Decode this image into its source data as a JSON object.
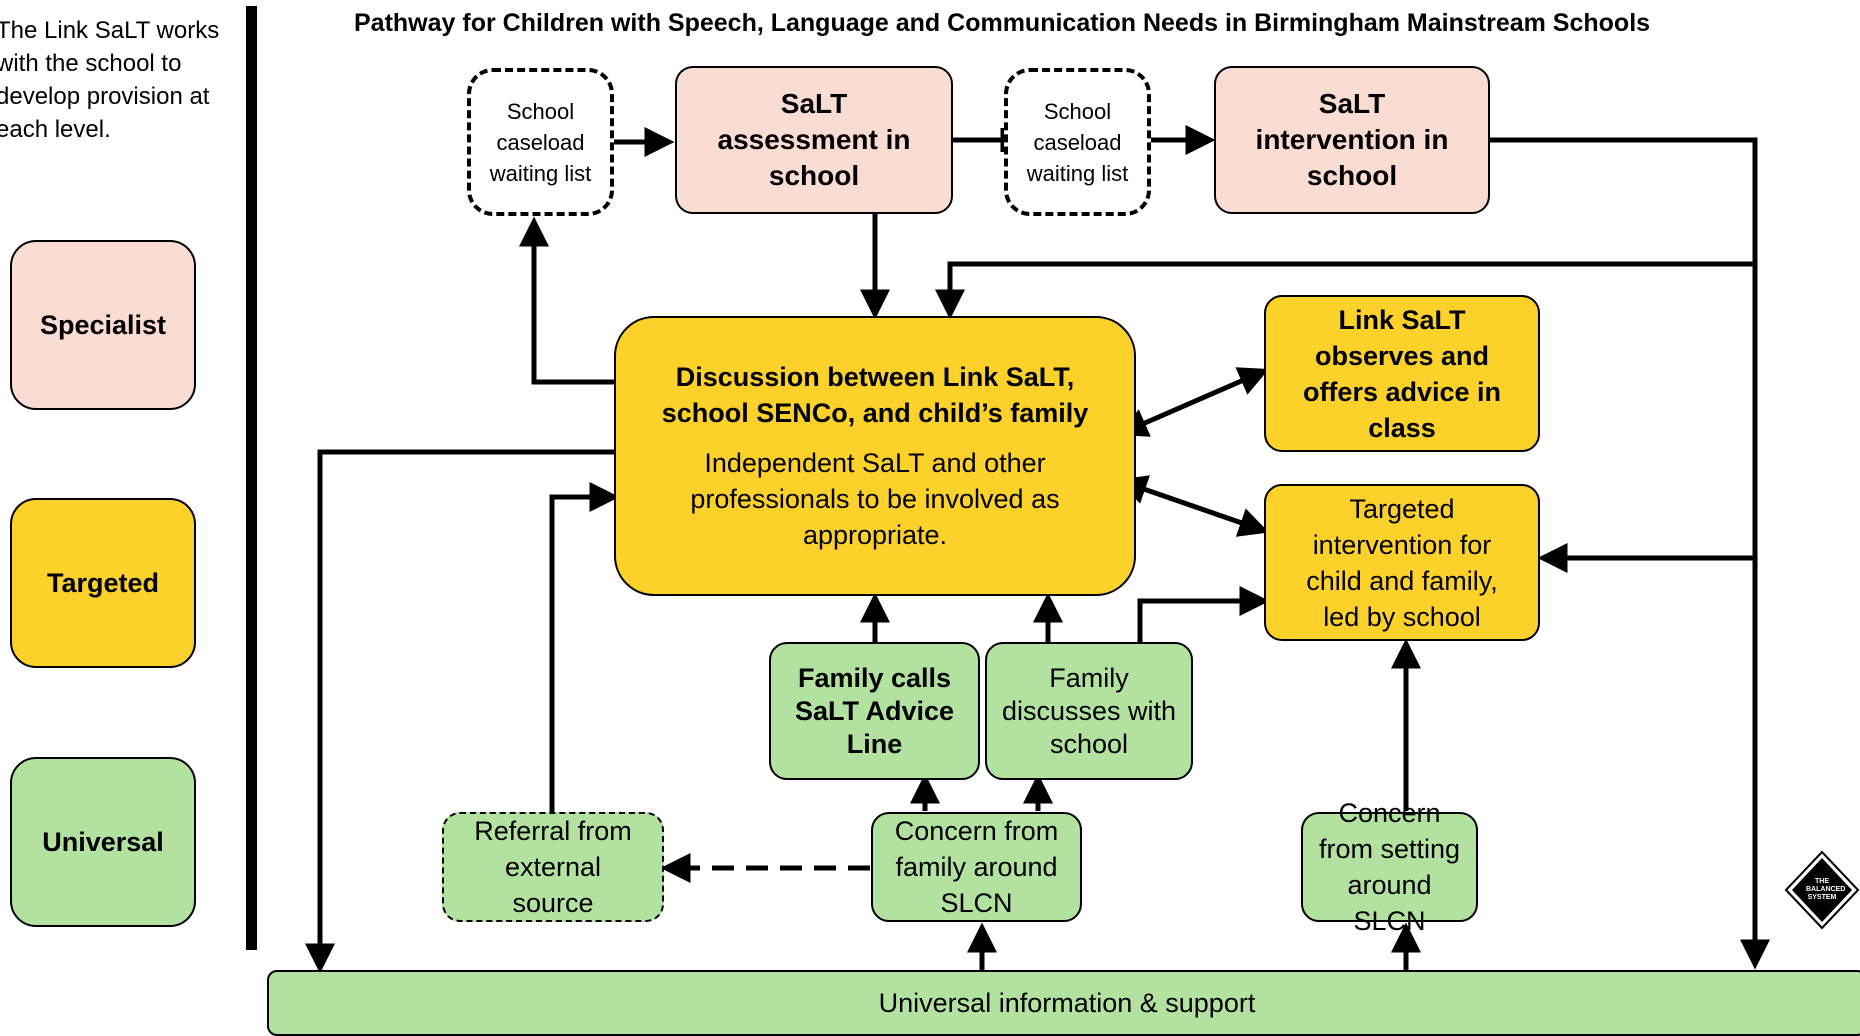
{
  "title": "Pathway for Children with Speech, Language and Communication Needs in Birmingham Mainstream Schools",
  "legend": {
    "intro": "The Link SaLT works with the school to develop provision at each level.",
    "levels": [
      "Specialist",
      "Targeted",
      "Universal"
    ]
  },
  "nodes": {
    "waiting1": "School caseload waiting list",
    "assessment": "SaLT assessment in school",
    "waiting2": "School caseload waiting list",
    "intervention": "SaLT intervention in school",
    "discussion_title": "Discussion between Link SaLT, school SENCo, and child’s family",
    "discussion_body": "Independent SaLT and other professionals to be involved as appropriate.",
    "observes": "Link SaLT observes and offers advice in class",
    "targeted_intervention": "Targeted intervention for child and family, led by school",
    "advice_line": "Family calls SaLT Advice Line",
    "family_discusses": "Family discusses with school",
    "referral": "Referral from external source",
    "concern_family": "Concern from family around SLCN",
    "concern_setting": "Concern from setting around SLCN",
    "universal_support": "Universal information & support"
  },
  "logo": {
    "text": "THE BALANCED SYSTEM"
  },
  "colors": {
    "specialist": "#f9dcd2",
    "targeted": "#fcd12a",
    "universal": "#b3e2a0"
  }
}
